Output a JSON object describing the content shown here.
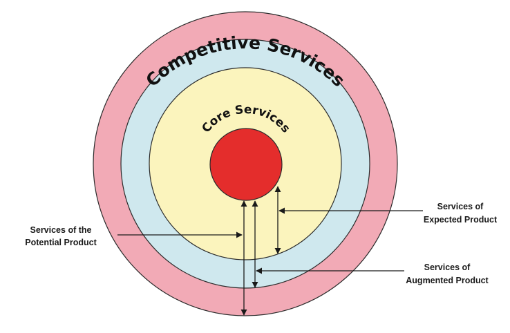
{
  "rings": {
    "outer_label": "Competitive Services",
    "core_label": "Core Services"
  },
  "annotations": {
    "potential": [
      "Services of the",
      "Potential Product"
    ],
    "expected": [
      "Services of",
      "Expected Product"
    ],
    "augmented": [
      "Services of",
      "Augmented Product"
    ]
  },
  "colors": {
    "competitive": "#f2aab6",
    "augmented": "#cfe8ee",
    "expected": "#fbf4bd",
    "core": "#e42d2c",
    "stroke": "#2b2b2b"
  }
}
